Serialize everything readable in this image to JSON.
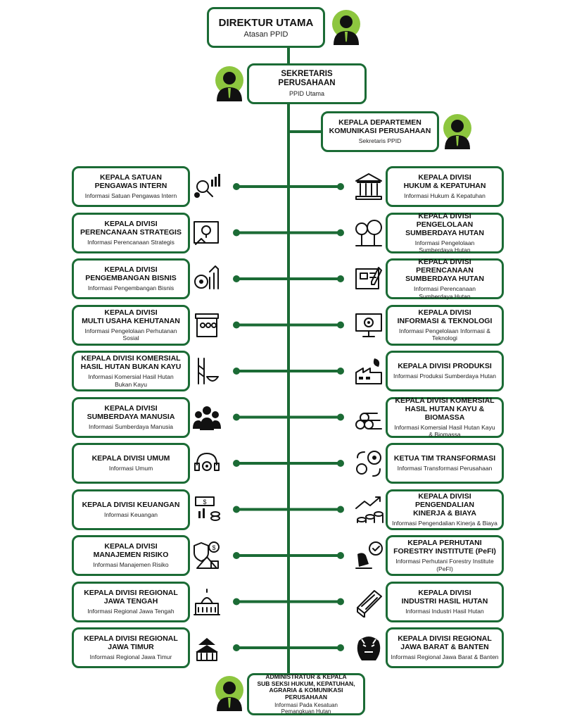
{
  "accent": "#1b6b35",
  "top": {
    "director": {
      "title": "DIREKTUR UTAMA",
      "sub": "Atasan PPID"
    },
    "secretary": {
      "title": "SEKRETARIS PERUSAHAAN",
      "sub": "PPID Utama"
    },
    "comms": {
      "title": "KEPALA DEPARTEMEN\nKOMUNIKASI PERUSAHAAN",
      "sub": "Sekretaris PPID"
    }
  },
  "left": [
    {
      "title": "KEPALA SATUAN\nPENGAWAS INTERN",
      "sub": "Informasi Satuan Pengawas Intern",
      "icon": "analytics-search-icon"
    },
    {
      "title": "KEPALA DIVISI\nPERENCANAAN STRATEGIS",
      "sub": "Informasi Perencanaan Strategis",
      "icon": "strategy-plan-icon"
    },
    {
      "title": "KEPALA DIVISI\nPENGEMBANGAN BISNIS",
      "sub": "Informasi Pengembangan Bisnis",
      "icon": "business-growth-icon"
    },
    {
      "title": "KEPALA DIVISI\nMULTI USAHA KEHUTANAN",
      "sub": "Informasi Pengelolaan Perhutanan Sosial",
      "icon": "market-stall-icon"
    },
    {
      "title": "KEPALA DIVISI KOMERSIAL\nHASIL HUTAN BUKAN KAYU",
      "sub": "Informasi Komersial Hasil Hutan\nBukan Kayu",
      "icon": "sap-tapping-icon"
    },
    {
      "title": "KEPALA DIVISI\nSUMBERDAYA MANUSIA",
      "sub": "Informasi Sumberdaya Manusia",
      "icon": "people-group-icon"
    },
    {
      "title": "KEPALA DIVISI UMUM",
      "sub": "Informasi Umum",
      "icon": "headset-gear-icon"
    },
    {
      "title": "KEPALA DIVISI KEUANGAN",
      "sub": "Informasi Keuangan",
      "icon": "finance-coins-icon"
    },
    {
      "title": "KEPALA DIVISI\nMANAJEMEN RISIKO",
      "sub": "Informasi Manajemen Risiko",
      "icon": "risk-shield-icon"
    },
    {
      "title": "KEPALA DIVISI REGIONAL\nJAWA TENGAH",
      "sub": "Informasi Regional Jawa Tengah",
      "icon": "palace-building-icon"
    },
    {
      "title": "KEPALA DIVISI REGIONAL\nJAWA TIMUR",
      "sub": "Informasi Regional Jawa Timur",
      "icon": "temple-roof-icon"
    }
  ],
  "right": [
    {
      "title": "KEPALA DIVISI\nHUKUM & KEPATUHAN",
      "sub": "Informasi Hukum & Kepatuhan",
      "icon": "courthouse-icon"
    },
    {
      "title": "KEPALA DIVISI PENGELOLAAN\nSUMBERDAYA HUTAN",
      "sub": "Informasi Pengelolaan\nSumberdaya Hutan",
      "icon": "forest-trees-icon"
    },
    {
      "title": "KEPALA DIVISI PERENCANAAN\nSUMBERDAYA HUTAN",
      "sub": "Informasi Perencanaan\nSumberdaya Hutan",
      "icon": "blueprint-plan-icon"
    },
    {
      "title": "KEPALA DIVISI\nINFORMASI & TEKNOLOGI",
      "sub": "Informasi Pengelolaan Informasi &\nTeknologi",
      "icon": "monitor-gear-icon"
    },
    {
      "title": "KEPALA DIVISI PRODUKSI",
      "sub": "Informasi Produksi Sumberdaya Hutan",
      "icon": "factory-leaf-icon"
    },
    {
      "title": "KEPALA DIVISI KOMERSIAL\nHASIL HUTAN KAYU & BIOMASSA",
      "sub": "Informasi Komersial Hasil Hutan Kayu\n& Biomassa",
      "icon": "log-pile-icon"
    },
    {
      "title": "KETUA TIM TRANSFORMASI",
      "sub": "Informasi Transformasi Perusahaan",
      "icon": "transform-cycle-icon"
    },
    {
      "title": "KEPALA DIVISI PENGENDALIAN\nKINERJA & BIAYA",
      "sub": "Informasi Pengendalian Kinerja & Biaya",
      "icon": "cost-performance-icon"
    },
    {
      "title": "KEPALA PERHUTANI\nFORESTRY INSTITUTE (PeFI)",
      "sub": "Informasi Perhutani Forestry Institute\n(PeFI)",
      "icon": "research-microscope-icon"
    },
    {
      "title": "KEPALA DIVISI\nINDUSTRI HASIL HUTAN",
      "sub": "Informasi Industri Hasil Hutan",
      "icon": "wood-plank-icon"
    },
    {
      "title": "KEPALA DIVISI REGIONAL\nJAWA BARAT & BANTEN",
      "sub": "Informasi Regional Jawa Barat & Banten",
      "icon": "tiger-icon"
    }
  ],
  "bottom": {
    "title": "ADMINISTRATUR & KEPALA\nSUB SEKSI HUKUM, KEPATUHAN,\nAGRARIA & KOMUNIKASI PERUSAHAAN",
    "sub": "Informasi Pada Kesatuan\nPemangkuan Hutan"
  }
}
